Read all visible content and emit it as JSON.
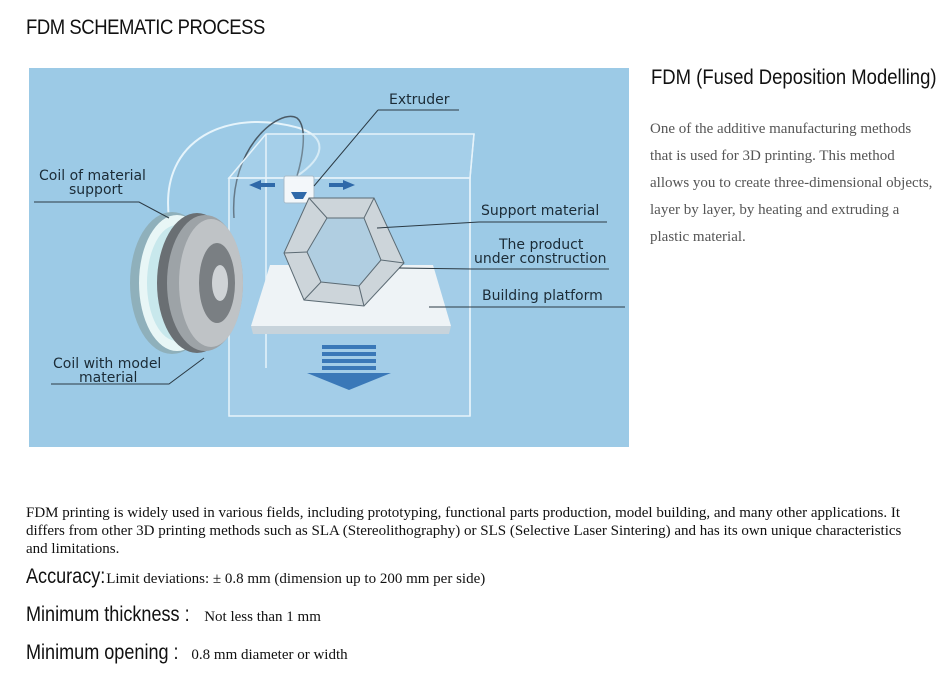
{
  "heading": "FDM SCHEMATIC PROCESS",
  "diagram": {
    "labels": {
      "extruder": "Extruder",
      "coil_support_1": "Coil of material",
      "coil_support_2": "support",
      "support_material": "Support material",
      "product_1": "The product",
      "product_2": "under construction",
      "platform": "Building platform",
      "coil_model_1": "Coil with model",
      "coil_model_2": "material"
    }
  },
  "side": {
    "title": "FDM (Fused Deposition Modelling)",
    "text": "One of the additive manufacturing methods that is used for 3D printing. This method allows you to create three-dimensional objects, layer by layer, by heating and extruding a plastic material."
  },
  "intro": "FDM printing is widely used in various fields, including prototyping, functional parts production, model building, and many other applications. It differs from other 3D printing methods such as SLA (Stereolithography) or SLS (Selective Laser Sintering) and has its own unique characteristics and limitations.",
  "specs": [
    {
      "label": "Accuracy:",
      "value": "Limit deviations: ± 0.8 mm (dimension up to 200 mm per side)"
    },
    {
      "label": "Minimum thickness :",
      "value": "Not less than 1 mm"
    },
    {
      "label": "Minimum opening :",
      "value": "0.8 mm diameter or width"
    }
  ],
  "colors": {
    "diagram_bg": "#9ccae6",
    "arrow": "#3a78b8",
    "text_gray": "#555555"
  }
}
